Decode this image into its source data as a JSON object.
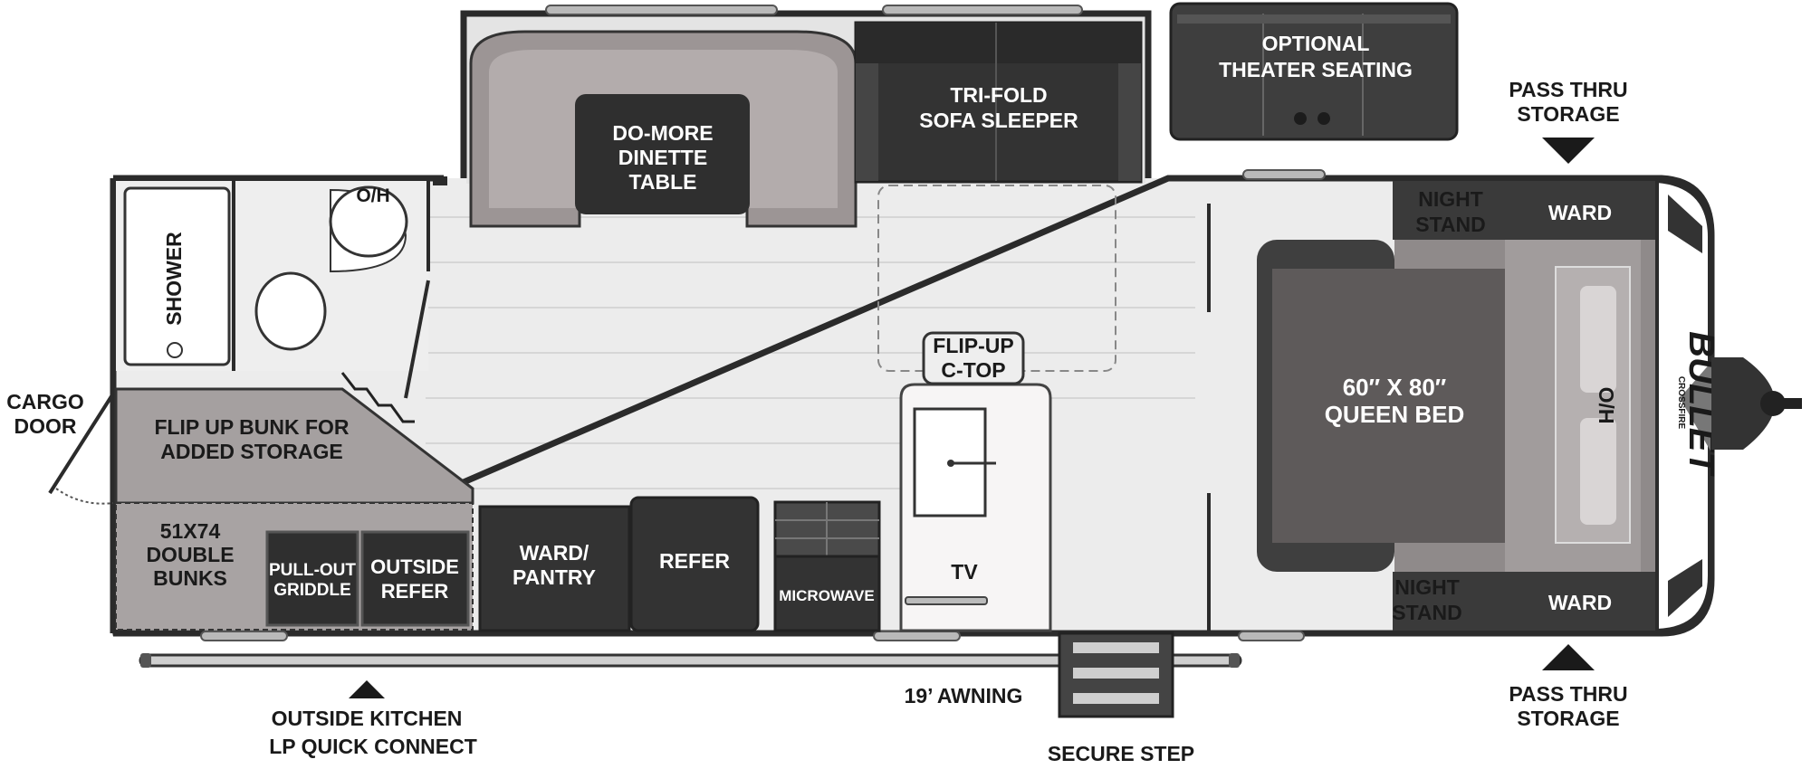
{
  "labels": {
    "optional_theater_1": "OPTIONAL",
    "optional_theater_2": "THEATER SEATING",
    "trifold_1": "TRI-FOLD",
    "trifold_2": "SOFA SLEEPER",
    "dinette_1": "DO-MORE",
    "dinette_2": "DINETTE",
    "dinette_3": "TABLE",
    "oh_bath": "O/H",
    "shower": "SHOWER",
    "cargo_1": "CARGO",
    "cargo_2": "DOOR",
    "bunk_flip_1": "FLIP UP BUNK FOR",
    "bunk_flip_2": "ADDED STORAGE",
    "bunks_1": "51X74",
    "bunks_2": "DOUBLE",
    "bunks_3": "BUNKS",
    "griddle_1": "PULL-OUT",
    "griddle_2": "GRIDDLE",
    "outside_refer_1": "OUTSIDE",
    "outside_refer_2": "REFER",
    "ward_pantry_1": "WARD/",
    "ward_pantry_2": "PANTRY",
    "refer": "REFER",
    "microwave": "MICROWAVE",
    "flipup_1": "FLIP-UP",
    "flipup_2": "C-TOP",
    "tv": "TV",
    "night_stand_top_1": "NIGHT",
    "night_stand_top_2": "STAND",
    "ward_top": "WARD",
    "night_stand_bottom_1": "NIGHT",
    "night_stand_bottom_2": "STAND",
    "ward_bottom": "WARD",
    "bed_1": "60″ X 80″",
    "bed_2": "QUEEN BED",
    "oh_bed": "O/H",
    "pass_thru_top_1": "PASS THRU",
    "pass_thru_top_2": "STORAGE",
    "pass_thru_bottom_1": "PASS THRU",
    "pass_thru_bottom_2": "STORAGE",
    "outside_kitchen_1": "OUTSIDE KITCHEN",
    "outside_kitchen_2": "LP QUICK CONNECT",
    "awning": "19’ AWNING",
    "secure_step": "SECURE STEP"
  },
  "logo": {
    "brand": "BULLET",
    "sub": "CROSSFIRE"
  },
  "colors": {
    "wall": "#2b2b2b",
    "floor": "#ebebeb",
    "dark_furniture": "#3a3a3a",
    "mid_furniture": "#6e6a6a",
    "light_furniture": "#b0aaaa",
    "bed_dark": "#4a4a4a"
  }
}
